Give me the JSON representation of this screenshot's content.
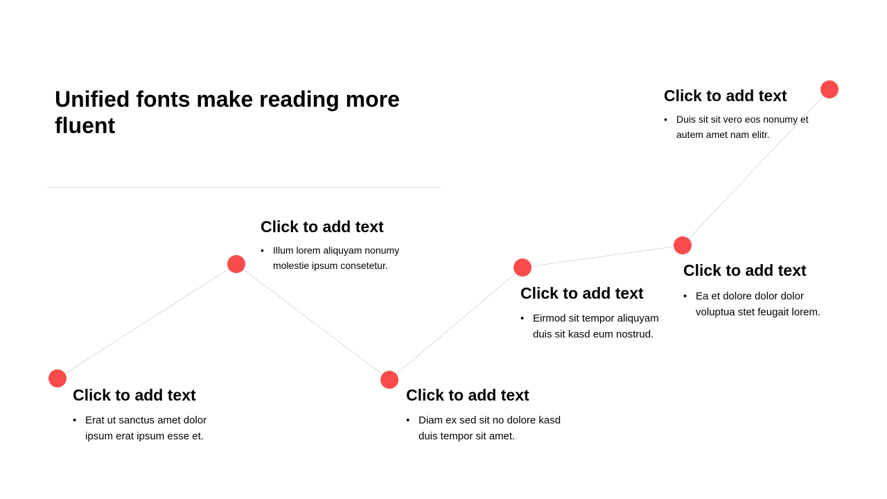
{
  "slide": {
    "title": "Unified fonts make reading more fluent",
    "accent_color": "#f84c4c",
    "line_color": "#d9d9d9"
  },
  "milestones": [
    {
      "heading": "Click to add text",
      "text": "Erat ut sanctus amet dolor ipsum erat ipsum esse et."
    },
    {
      "heading": "Click to add text",
      "text": "Illum lorem aliquyam nonumy molestie ipsum consetetur."
    },
    {
      "heading": "Click to add text",
      "text": "Diam ex sed sit no dolore kasd duis tempor sit amet."
    },
    {
      "heading": "Click to add text",
      "text": "Eirmod sit tempor aliquyam duis sit kasd eum nostrud."
    },
    {
      "heading": "Click to add text",
      "text": "Ea et dolore dolor dolor voluptua stet feugait lorem."
    },
    {
      "heading": "Click to add text",
      "text": "Duis sit sit vero eos nonumy et autem amet nam elitr."
    }
  ]
}
